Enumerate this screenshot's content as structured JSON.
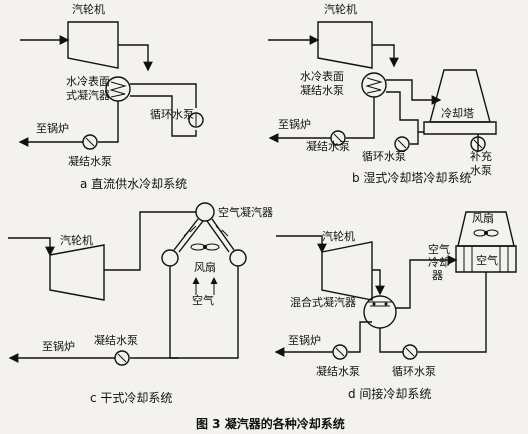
{
  "panel_a": {
    "turbine": "汽轮机",
    "condenser": "水冷表面\n式凝汽器",
    "to_boiler": "至锅炉",
    "condensate_pump": "凝结水泵",
    "circ_pump": "循环水泵",
    "caption": "a  直流供水冷却系统"
  },
  "panel_b": {
    "turbine": "汽轮机",
    "condenser": "水冷表面\n凝结水泵",
    "tower": "冷却塔",
    "to_boiler": "至锅炉",
    "condensate_pump": "凝结水泵",
    "circ_pump": "循环水泵",
    "makeup_pump": "补充\n水泵",
    "caption": "b  湿式冷却塔冷却系统"
  },
  "panel_c": {
    "turbine": "汽轮机",
    "air_condenser": "空气凝汽器",
    "fan": "风扇",
    "air": "空气",
    "to_boiler": "至锅炉",
    "condensate_pump": "凝结水泵",
    "caption": "c  干式冷却系统"
  },
  "panel_d": {
    "turbine": "汽轮机",
    "fan": "风扇",
    "air_cooler": "空气\n冷却\n器",
    "air": "空气",
    "condenser": "混合式凝汽器",
    "to_boiler": "至锅炉",
    "condensate_pump": "凝结水泵",
    "circ_pump": "循环水泵",
    "caption": "d  间接冷却系统"
  },
  "figure_caption": "图 3    凝汽器的各种冷却系统"
}
